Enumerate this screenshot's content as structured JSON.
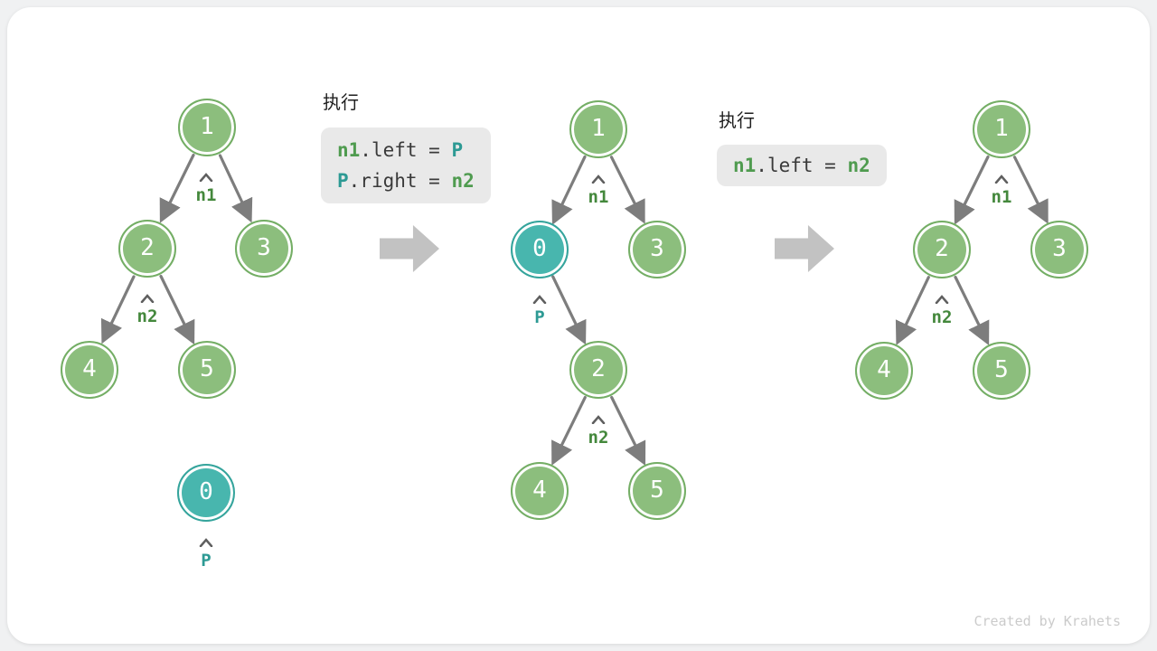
{
  "page": {
    "watermark": "Created by Krahets"
  },
  "colors": {
    "page_background": "#f0f1f2",
    "card_background": "#ffffff",
    "node_green_fill": "#8cbe7d",
    "node_green_border": "#74ae65",
    "node_teal_fill": "#48b6ae",
    "node_teal_border": "#35a49c",
    "node_text": "#ffffff",
    "edge_gray": "#7d7d7d",
    "caret_gray": "#5f5f5f",
    "label_green": "#44883c",
    "label_teal": "#2d9a94",
    "code_green": "#4f9b4f",
    "code_teal": "#2d9a94",
    "code_text": "#3a3a3a",
    "code_box_background": "#e9e9e9",
    "block_arrow": "#c2c2c2",
    "watermark_color": "#cbcbcb"
  },
  "code_blocks": [
    {
      "title": "执行",
      "lines": [
        {
          "head": "n1",
          "mid": ".left = ",
          "tail": "P"
        },
        {
          "head": "P",
          "mid": ".right = ",
          "tail": "n2"
        }
      ]
    },
    {
      "title": "执行",
      "lines": [
        {
          "head": "n1",
          "mid": ".left = ",
          "tail": "n2"
        }
      ]
    }
  ],
  "trees": [
    {
      "nodes": [
        {
          "v": "1"
        },
        {
          "v": "2"
        },
        {
          "v": "3"
        },
        {
          "v": "4"
        },
        {
          "v": "5"
        },
        {
          "v": "0"
        }
      ],
      "pointers": [
        {
          "label": "n1"
        },
        {
          "label": "n2"
        },
        {
          "label": "P"
        }
      ]
    },
    {
      "nodes": [
        {
          "v": "1"
        },
        {
          "v": "0"
        },
        {
          "v": "3"
        },
        {
          "v": "2"
        },
        {
          "v": "4"
        },
        {
          "v": "5"
        }
      ],
      "pointers": [
        {
          "label": "n1"
        },
        {
          "label": "P"
        },
        {
          "label": "n2"
        }
      ]
    },
    {
      "nodes": [
        {
          "v": "1"
        },
        {
          "v": "2"
        },
        {
          "v": "3"
        },
        {
          "v": "4"
        },
        {
          "v": "5"
        }
      ],
      "pointers": [
        {
          "label": "n1"
        },
        {
          "label": "n2"
        }
      ]
    }
  ]
}
